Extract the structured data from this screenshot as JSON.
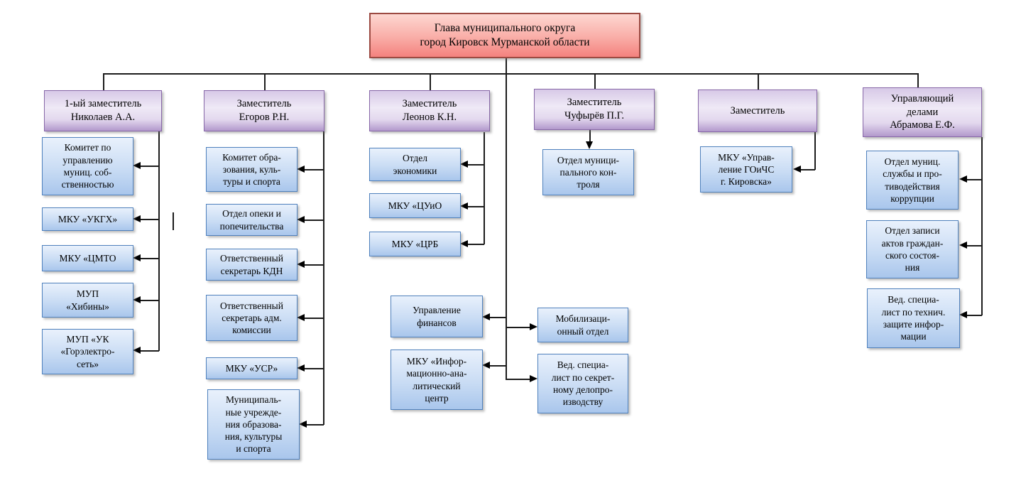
{
  "org": {
    "root": "Глава муниципального округа\nгород Кировск Мурманской области",
    "columns": [
      {
        "head": "1-ый заместитель\nНиколаев А.А.",
        "boxes": [
          "Комитет по\nуправлению\nмуниц. соб-\nственностью",
          "МКУ «УКГХ»",
          "МКУ «ЦМТО",
          "МУП\n«Хибины»",
          "МУП «УК\n«Горэлектро-\nсеть»"
        ]
      },
      {
        "head": "Заместитель\nЕгоров Р.Н.",
        "boxes": [
          "Комитет обра-\nзования, куль-\nтуры и спорта",
          "Отдел опеки и\nпопечительства",
          "Ответственный\nсекретарь КДН",
          "Ответственный\nсекретарь адм.\nкомиссии",
          "МКУ «УСР»",
          "Муниципаль-\nные учрежде-\nния образова-\nния, культуры\nи спорта"
        ]
      },
      {
        "head": "Заместитель\nЛеонов К.Н.",
        "boxes": [
          "Отдел\nэкономики",
          "МКУ «ЦУиО",
          "МКУ «ЦРБ"
        ]
      },
      {
        "head": "Заместитель\nЧуфырёв П.Г.",
        "boxes": [
          "Отдел муници-\nпального кон-\nтроля"
        ]
      },
      {
        "head": "Заместитель",
        "boxes": [
          "МКУ «Управ-\nление ГОиЧС\nг. Кировска»"
        ]
      },
      {
        "head": "Управляющий\nделами\nАбрамова Е.Ф.",
        "boxes": [
          "Отдел муниц.\nслужбы и про-\nтиводействия\nкоррупции",
          "Отдел записи\nактов граждан-\nского состоя-\nния",
          "Вед. специа-\nлист по технич.\nзащите инфор-\nмации"
        ]
      }
    ],
    "center_left": [
      "Управление\nфинансов",
      "МКУ «Инфор-\nмационно-ана-\nлитический\nцентр"
    ],
    "center_right": [
      "Мобилизаци-\nонный отдел",
      "Вед. специа-\nлист по секрет-\nному делопро-\nизводству"
    ]
  },
  "colors": {
    "root_border": "#9c4a42",
    "root_fill": "#f4827e",
    "head_border": "#8767a8",
    "head_fill": "#cdbbe0",
    "unit_border": "#4f81bd",
    "unit_fill": "#bcd3f0",
    "line": "#1c1c1c"
  }
}
